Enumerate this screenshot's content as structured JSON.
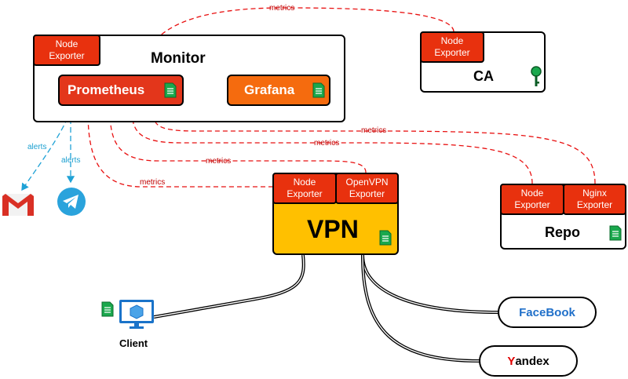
{
  "monitor": {
    "title": "Monitor",
    "node_exporter": "Node\nExporter",
    "prometheus": "Prometheus",
    "grafana": "Grafana"
  },
  "ca": {
    "title": "CA",
    "node_exporter": "Node\nExporter"
  },
  "vpn": {
    "title": "VPN",
    "node_exporter": "Node\nExporter",
    "openvpn_exporter": "OpenVPN\nExporter"
  },
  "repo": {
    "title": "Repo",
    "node_exporter": "Node\nExporter",
    "nginx_exporter": "Nginx\nExporter"
  },
  "client": {
    "label": "Client"
  },
  "destinations": {
    "facebook": "FaceBook",
    "yandex_first": "Y",
    "yandex_rest": "andex"
  },
  "edge_labels": {
    "metrics": "metrics",
    "alerts": "alerts"
  },
  "colors": {
    "exporter": "#e8310e",
    "prometheus": "#e3361b",
    "grafana": "#f56b0e",
    "vpn_fill": "#ffc000",
    "metrics_line": "#e81010",
    "alerts_line": "#1fa2d6",
    "facebook_text": "#1f6fc9",
    "yandex_y": "#e00000"
  },
  "icons": [
    "gmail-icon",
    "telegram-icon",
    "key-icon",
    "document-icon",
    "vm-icon"
  ]
}
